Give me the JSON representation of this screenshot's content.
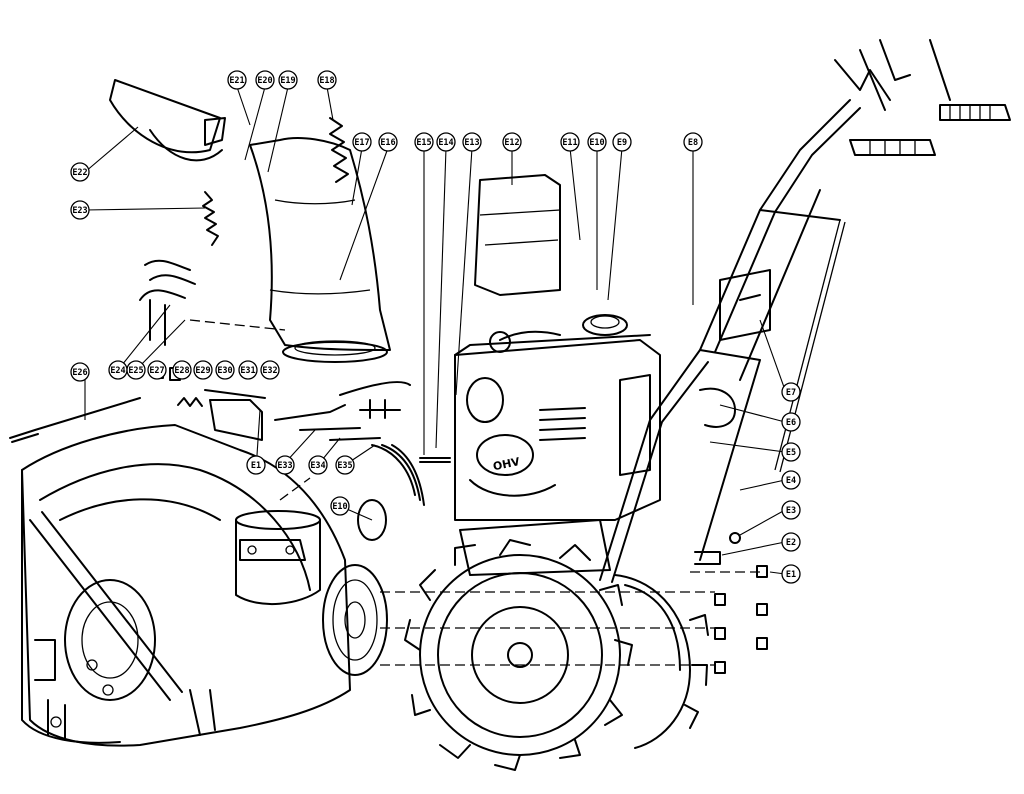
{
  "callouts": [
    {
      "label": "E1"
    },
    {
      "label": "E2"
    },
    {
      "label": "E3"
    },
    {
      "label": "E4"
    },
    {
      "label": "E5"
    },
    {
      "label": "E6"
    },
    {
      "label": "E7"
    },
    {
      "label": "E8"
    },
    {
      "label": "E9"
    },
    {
      "label": "E10"
    },
    {
      "label": "E11"
    },
    {
      "label": "E12"
    },
    {
      "label": "E13"
    },
    {
      "label": "E14"
    },
    {
      "label": "E15"
    },
    {
      "label": "E16"
    },
    {
      "label": "E17"
    },
    {
      "label": "E18"
    },
    {
      "label": "E19"
    },
    {
      "label": "E20"
    },
    {
      "label": "E21"
    },
    {
      "label": "E22"
    },
    {
      "label": "E23"
    },
    {
      "label": "E24"
    },
    {
      "label": "E25"
    },
    {
      "label": "E26"
    },
    {
      "label": "E27"
    },
    {
      "label": "E28"
    },
    {
      "label": "E29"
    },
    {
      "label": "E30"
    },
    {
      "label": "E31"
    },
    {
      "label": "E32"
    },
    {
      "label": "E33"
    },
    {
      "label": "E34"
    },
    {
      "label": "E35"
    },
    {
      "label": "E1"
    },
    {
      "label": "E10"
    }
  ],
  "engine_logo": "OHV"
}
